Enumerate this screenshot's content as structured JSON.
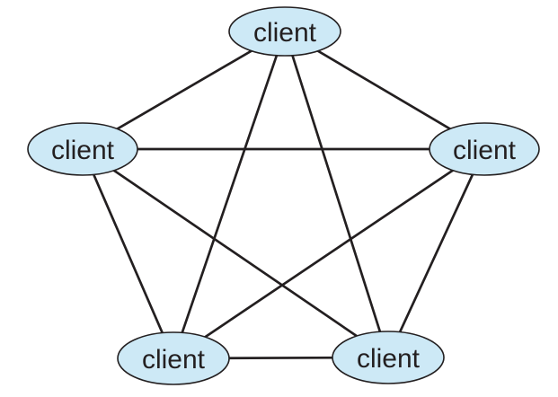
{
  "diagram": {
    "type": "network-topology",
    "topology": "fully-connected peer-to-peer (complete graph K5)",
    "nodes": [
      {
        "id": "top",
        "label": "client"
      },
      {
        "id": "left",
        "label": "client"
      },
      {
        "id": "right",
        "label": "client"
      },
      {
        "id": "bottom-left",
        "label": "client"
      },
      {
        "id": "bottom-right",
        "label": "client"
      }
    ],
    "edges": [
      [
        "top",
        "left"
      ],
      [
        "top",
        "right"
      ],
      [
        "top",
        "bottom-left"
      ],
      [
        "top",
        "bottom-right"
      ],
      [
        "left",
        "right"
      ],
      [
        "left",
        "bottom-left"
      ],
      [
        "left",
        "bottom-right"
      ],
      [
        "right",
        "bottom-left"
      ],
      [
        "right",
        "bottom-right"
      ],
      [
        "bottom-left",
        "bottom-right"
      ]
    ]
  },
  "colors": {
    "background": "#ffffff",
    "node_fill": "#cde9f6",
    "node_stroke": "#231f20",
    "edge": "#231f20",
    "label_text": "#231f20"
  }
}
